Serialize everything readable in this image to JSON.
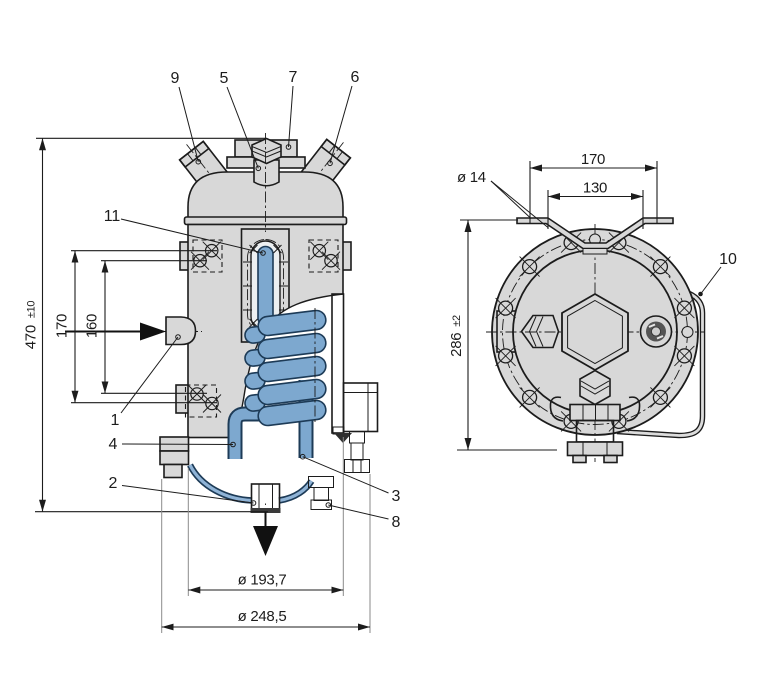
{
  "drawing": {
    "type": "technical-sectional-drawing",
    "views": [
      "front-section-view",
      "side-view"
    ]
  },
  "colors": {
    "body_fill": "#d8d8d8",
    "line": "#1c1c1c",
    "internal_blue": "#7da8cf",
    "blue_outline": "#1d3b57",
    "hatch_fill": "#c3d4e2"
  },
  "dims": {
    "overall_height": "470",
    "overall_height_tol": "±10",
    "pad_span_outer": "170",
    "pad_span_inner": "160",
    "bowl_dia": "ø 193,7",
    "flange_dia": "ø 248,5",
    "bracket_span_outer": "170",
    "bracket_span_inner": "130",
    "bracket_hole_dia": "ø 14",
    "side_height": "286",
    "side_height_tol": "±2"
  },
  "parts": {
    "p1": "1",
    "p2": "2",
    "p3": "3",
    "p4": "4",
    "p5": "5",
    "p6": "6",
    "p7": "7",
    "p8": "8",
    "p9": "9",
    "p10": "10",
    "p11": "11"
  }
}
